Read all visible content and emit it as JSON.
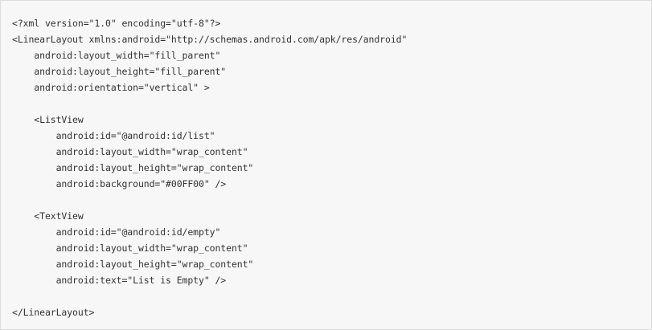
{
  "code": {
    "lines": [
      "<?xml version=\"1.0\" encoding=\"utf-8\"?>",
      "<LinearLayout xmlns:android=\"http://schemas.android.com/apk/res/android\"",
      "    android:layout_width=\"fill_parent\"",
      "    android:layout_height=\"fill_parent\"",
      "    android:orientation=\"vertical\" >",
      "",
      "    <ListView",
      "        android:id=\"@android:id/list\"",
      "        android:layout_width=\"wrap_content\"",
      "        android:layout_height=\"wrap_content\"",
      "        android:background=\"#00FF00\" />",
      "",
      "    <TextView",
      "        android:id=\"@android:id/empty\"",
      "        android:layout_width=\"wrap_content\"",
      "        android:layout_height=\"wrap_content\"",
      "        android:text=\"List is Empty\" />",
      "",
      "</LinearLayout>"
    ]
  }
}
